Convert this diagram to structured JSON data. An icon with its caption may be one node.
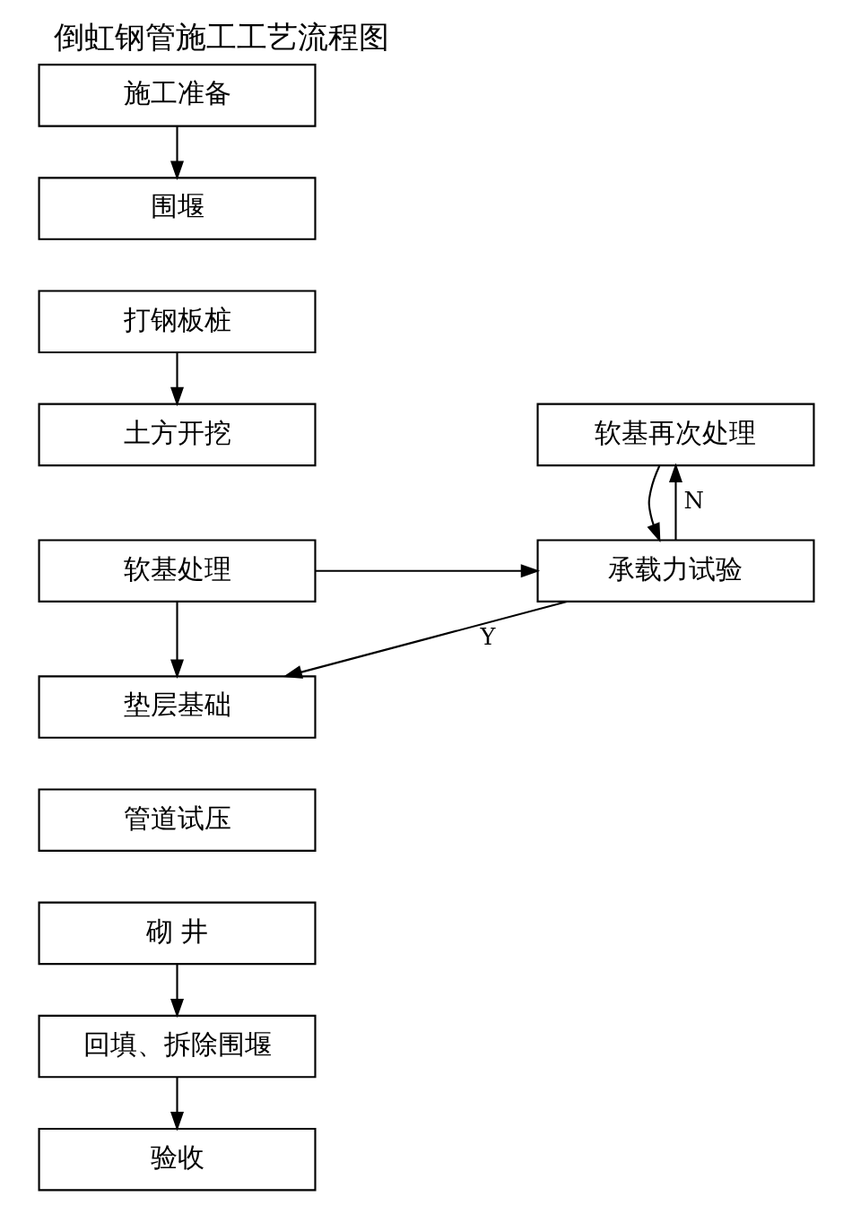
{
  "diagram": {
    "title": "倒虹钢管施工工艺流程图",
    "nodes": [
      {
        "text": [
          "施工准备"
        ]
      },
      {
        "text": [
          "围堰"
        ]
      },
      {
        "text": [
          "打钢板桩"
        ]
      },
      {
        "text": [
          "土方开挖"
        ]
      },
      {
        "text": [
          "软基处理"
        ]
      },
      {
        "text": [
          "垫层基础"
        ]
      },
      {
        "text": [
          "管道试压"
        ]
      },
      {
        "text": [
          "砌 井"
        ]
      },
      {
        "text": [
          "回填、拆除围堰"
        ]
      },
      {
        "text": [
          "验收"
        ]
      },
      {
        "text": [
          "软基再次处理"
        ]
      },
      {
        "text": [
          "承载力试验"
        ]
      }
    ],
    "edges": [
      {
        "from": 0,
        "to": 1,
        "arrow": "to"
      },
      {
        "from": 2,
        "to": 3,
        "arrow": "to"
      },
      {
        "from": 4,
        "to": 5,
        "arrow": "to"
      },
      {
        "from": 7,
        "to": 8,
        "arrow": "to"
      },
      {
        "from": 8,
        "to": 9,
        "arrow": "to"
      },
      {
        "from": 4,
        "to": 11,
        "arrow": "to"
      },
      {
        "from": 11,
        "to": 5,
        "arrow": "to",
        "label": "Y"
      },
      {
        "from": 11,
        "to": 10,
        "arrow": "to",
        "label": "N"
      },
      {
        "from": 10,
        "to": 11,
        "arrow": "to"
      }
    ]
  }
}
